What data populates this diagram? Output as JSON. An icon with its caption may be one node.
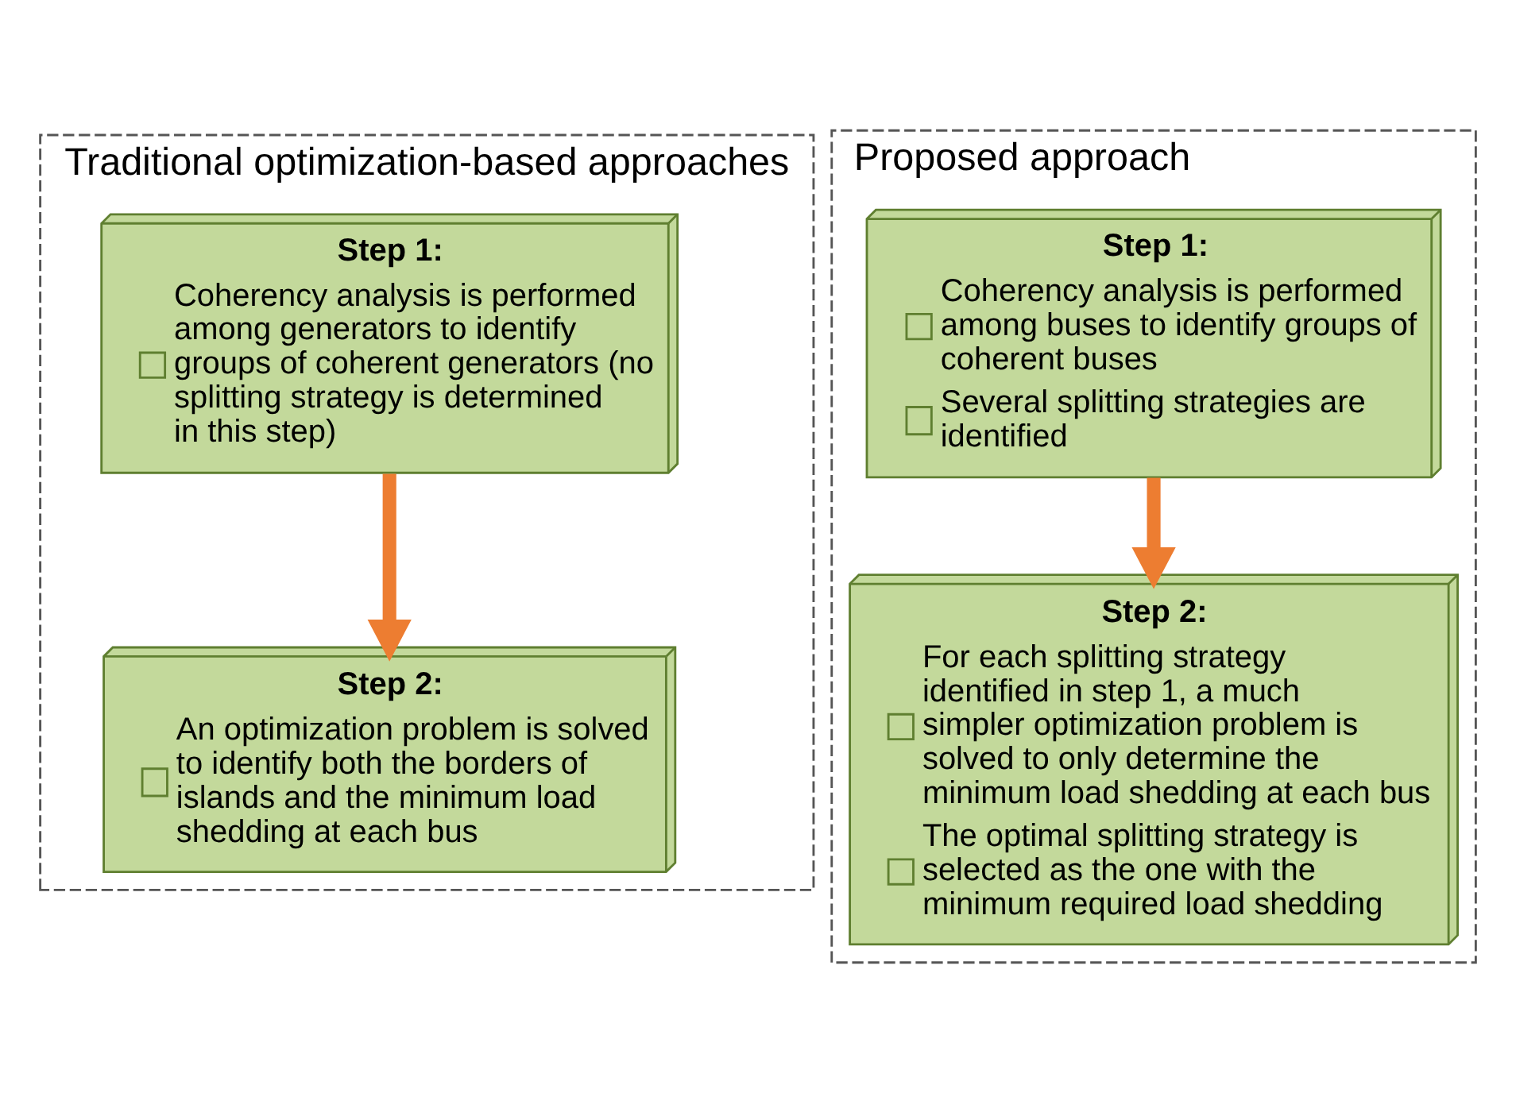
{
  "diagram": {
    "nodes": [
      {
        "text": [
          "Traditional optimization-based approaches"
        ]
      },
      {
        "text": [
          "Step 1:",
          "Coherency analysis is performed among generators to identify groups of coherent generators (no splitting strategy is determined in this step)"
        ],
        "in": 0
      },
      {
        "text": [
          "Step 2:",
          "An optimization problem is solved to identify both the borders of islands and the minimum load shedding at each bus"
        ],
        "in": 0
      },
      {
        "text": [
          "Proposed approach"
        ]
      },
      {
        "text": [
          "Step 1:",
          "Coherency analysis is performed among buses to identify groups of coherent buses",
          "Several splitting strategies are identified"
        ],
        "in": 3
      },
      {
        "text": [
          "Step 2:",
          "For each splitting strategy identified in step 1, a much simpler optimization problem is solved to only determine the minimum load shedding at each bus",
          "The optimal splitting strategy is selected as the one with the minimum required load shedding"
        ],
        "in": 3
      }
    ],
    "edges": [
      {
        "from": 1,
        "to": 2,
        "arrow": "to"
      },
      {
        "from": 4,
        "to": 5,
        "arrow": "to"
      }
    ]
  }
}
